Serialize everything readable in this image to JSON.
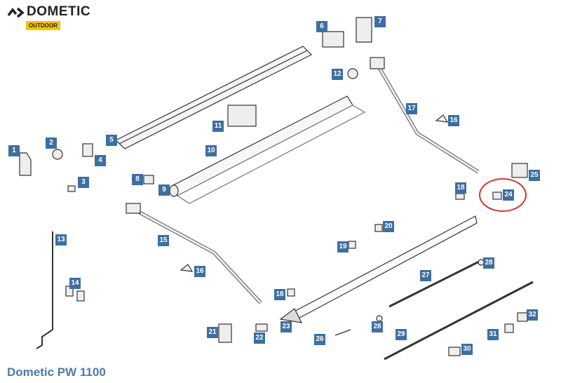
{
  "brand": {
    "name": "DOMETIC",
    "tag": "OUTDOOR"
  },
  "title": "Dometic PW 1100",
  "labels": [
    "1",
    "2",
    "3",
    "4",
    "5",
    "6",
    "7",
    "8",
    "9",
    "10",
    "11",
    "12",
    "13",
    "14",
    "15",
    "16",
    "16",
    "17",
    "18",
    "18",
    "19",
    "20",
    "21",
    "22",
    "23",
    "24",
    "25",
    "26",
    "27",
    "28",
    "28",
    "29",
    "30",
    "31",
    "32"
  ],
  "highlight": {
    "part": "24",
    "color": "#d9342b"
  },
  "colors": {
    "label_bg": "#3d6fa0",
    "title": "#4f7aa6",
    "tag_bg": "#f5c400"
  }
}
